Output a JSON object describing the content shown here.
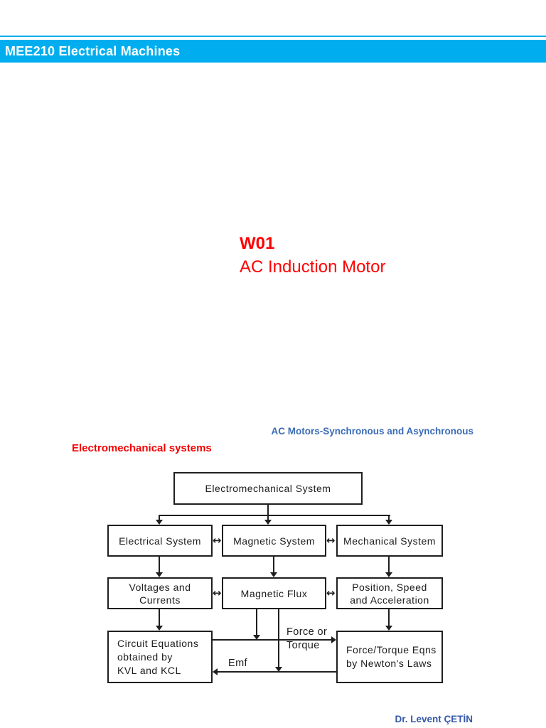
{
  "header": {
    "course_title": "MEE210 Electrical Machines"
  },
  "title": {
    "week": "W01",
    "topic": "AC Induction Motor"
  },
  "labels": {
    "subject": "AC Motors-Synchronous and Asynchronous",
    "section": "Electromechanical systems"
  },
  "diagram": {
    "boxes": {
      "root": "Electromechanical System",
      "electrical": "Electrical System",
      "magnetic_system": "Magnetic System",
      "mechanical": "Mechanical System",
      "voltages": "Voltages and\nCurrents",
      "magnetic_flux": "Magnetic Flux",
      "position": "Position, Speed\nand Acceleration",
      "circuit": "Circuit Equations\nobtained by\nKVL and KCL",
      "newton": "Force/Torque Eqns\nby Newton's Laws"
    },
    "edge_labels": {
      "force": "Force or\nTorque",
      "emf": "Emf"
    },
    "icons": {
      "double_arrow": "↔"
    }
  },
  "footer": {
    "author": "Dr. Levent ÇETİN"
  },
  "colors": {
    "accent_cyan": "#00AEEF",
    "title_red": "#FF0000",
    "subject_blue": "#3B6CB7",
    "footer_blue": "#3558A8",
    "line_black": "#1F1F1F"
  }
}
